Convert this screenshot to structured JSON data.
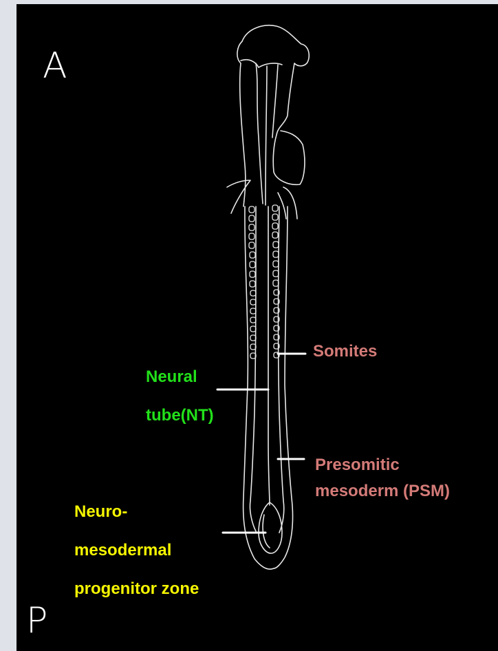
{
  "axis": {
    "anterior": "A",
    "posterior": "P"
  },
  "labels": {
    "somites": "Somites",
    "neural_tube": [
      "Neural",
      "tube(NT)"
    ],
    "psm": [
      "Presomitic",
      "mesoderm (PSM)"
    ],
    "nmp": [
      "Neuro-",
      "mesodermal",
      "progenitor zone"
    ]
  },
  "colors": {
    "background": "#000000",
    "outline": "#ffffff",
    "neural_tube": "#22e01a",
    "somites_psm": "#d47b78",
    "nmp": "#f5f500"
  }
}
